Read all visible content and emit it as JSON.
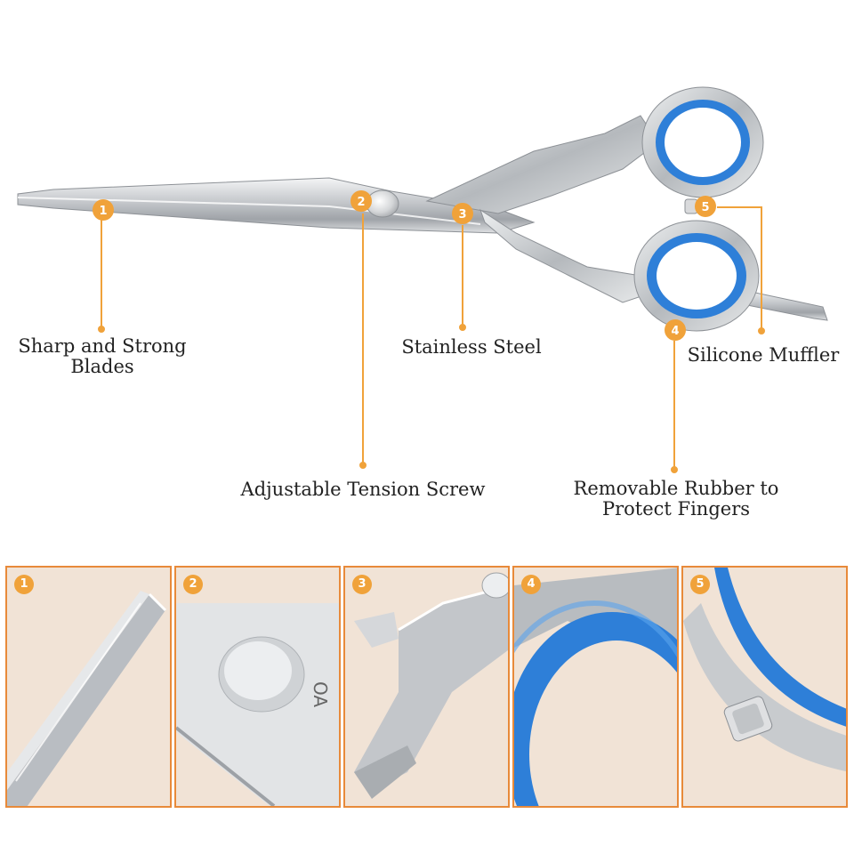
{
  "colors": {
    "accent": "#f0a23a",
    "leader": "#f0a23a",
    "panel_border": "#e88a3a",
    "panel_bg": "#f1e3d6",
    "ring_blue": "#2e7fd8",
    "steel": "#c9ccd0"
  },
  "callouts": [
    {
      "num": "1",
      "text_lines": [
        "Sharp and Strong",
        "Blades"
      ]
    },
    {
      "num": "2",
      "text_lines": [
        "Adjustable Tension Screw"
      ]
    },
    {
      "num": "3",
      "text_lines": [
        "Stainless Steel"
      ]
    },
    {
      "num": "4",
      "text_lines": [
        "Removable Rubber to",
        "Protect Fingers"
      ]
    },
    {
      "num": "5",
      "text_lines": [
        "Silicone Muffler"
      ]
    }
  ],
  "panels": [
    {
      "num": "1",
      "subject": "blade-edge-closeup"
    },
    {
      "num": "2",
      "subject": "tension-screw-closeup",
      "engraving": "OA"
    },
    {
      "num": "3",
      "subject": "stainless-steel-pivot-closeup"
    },
    {
      "num": "4",
      "subject": "rubber-ring-closeup"
    },
    {
      "num": "5",
      "subject": "silicone-muffler-closeup"
    }
  ]
}
